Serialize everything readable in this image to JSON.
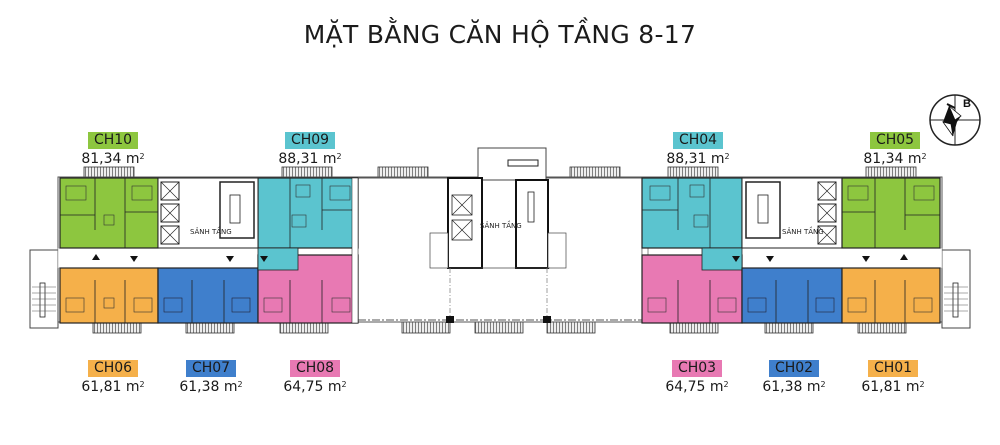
{
  "title": "MẶT BẰNG CĂN HỘ TẦNG 8-17",
  "compass": {
    "icon": "north-compass-icon",
    "label": "B"
  },
  "lobby_label": "SẢNH TẦNG",
  "colors": {
    "green": "#8dc63f",
    "cyan": "#5bc4cf",
    "orange": "#f5b04a",
    "blue": "#3f7fcc",
    "pink": "#e879b3",
    "wall": "#111111"
  },
  "units": [
    {
      "id": "CH10",
      "area": "81,34",
      "unit": "m",
      "color": "#8dc63f"
    },
    {
      "id": "CH09",
      "area": "88,31",
      "unit": "m",
      "color": "#5bc4cf"
    },
    {
      "id": "CH04",
      "area": "88,31",
      "unit": "m",
      "color": "#5bc4cf"
    },
    {
      "id": "CH05",
      "area": "81,34",
      "unit": "m",
      "color": "#8dc63f"
    },
    {
      "id": "CH06",
      "area": "61,81",
      "unit": "m",
      "color": "#f5b04a"
    },
    {
      "id": "CH07",
      "area": "61,38",
      "unit": "m",
      "color": "#3f7fcc"
    },
    {
      "id": "CH08",
      "area": "64,75",
      "unit": "m",
      "color": "#e879b3"
    },
    {
      "id": "CH03",
      "area": "64,75",
      "unit": "m",
      "color": "#e879b3"
    },
    {
      "id": "CH02",
      "area": "61,38",
      "unit": "m",
      "color": "#3f7fcc"
    },
    {
      "id": "CH01",
      "area": "61,81",
      "unit": "m",
      "color": "#f5b04a"
    }
  ]
}
